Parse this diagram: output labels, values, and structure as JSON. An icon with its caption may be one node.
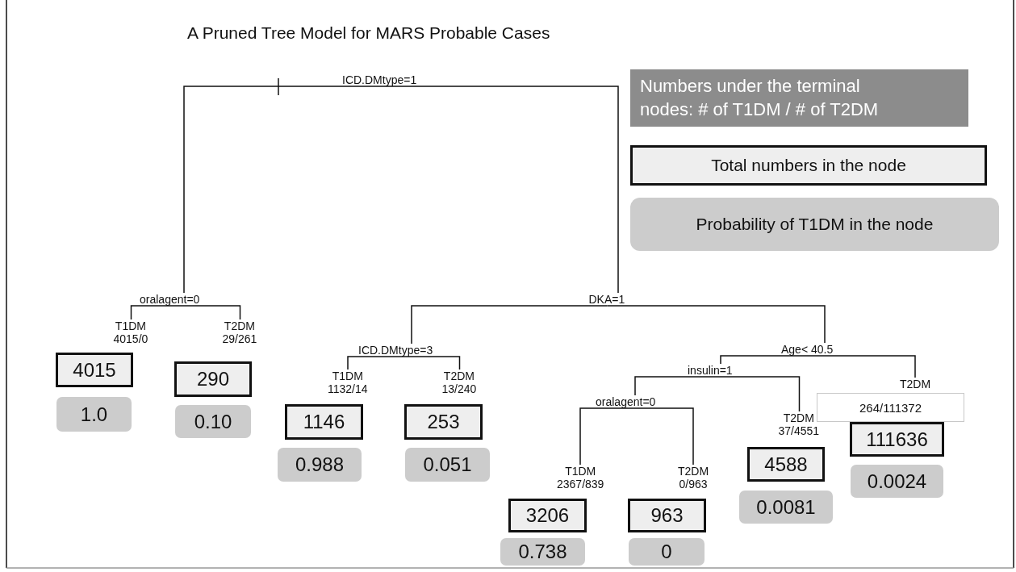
{
  "diagram": {
    "title": "A Pruned Tree Model for MARS Probable Cases",
    "nodes": [
      {
        "text": [
          "ICD.DMtype=1"
        ]
      },
      {
        "text": [
          "Numbers under the terminal nodes: # of T1DM / # of T2DM"
        ]
      },
      {
        "text": [
          "Total numbers in the node"
        ]
      },
      {
        "text": [
          "Probability of T1DM in the node"
        ]
      },
      {
        "text": [
          "oralagent=0"
        ]
      },
      {
        "text": [
          "DKA=1"
        ]
      },
      {
        "text": [
          "T1DM",
          "4015/0"
        ]
      },
      {
        "text": [
          "T2DM",
          "29/261"
        ]
      },
      {
        "text": [
          "ICD.DMtype=3"
        ]
      },
      {
        "text": [
          "Age< 40.5"
        ]
      },
      {
        "text": [
          "4015"
        ]
      },
      {
        "text": [
          "290"
        ]
      },
      {
        "text": [
          "insulin=1"
        ]
      },
      {
        "text": [
          "T1DM",
          "1132/14"
        ]
      },
      {
        "text": [
          "T2DM",
          "13/240"
        ]
      },
      {
        "text": [
          "T2DM",
          "264/111372"
        ]
      },
      {
        "text": [
          "1.0"
        ]
      },
      {
        "text": [
          "0.10"
        ]
      },
      {
        "text": [
          "oralagent=0"
        ]
      },
      {
        "text": [
          "T2DM",
          "37/4551"
        ]
      },
      {
        "text": [
          "1146"
        ]
      },
      {
        "text": [
          "253"
        ]
      },
      {
        "text": [
          "111636"
        ]
      },
      {
        "text": [
          "0.988"
        ]
      },
      {
        "text": [
          "0.051"
        ]
      },
      {
        "text": [
          "4588"
        ]
      },
      {
        "text": [
          "0.0024"
        ]
      },
      {
        "text": [
          "T1DM",
          "2367/839"
        ]
      },
      {
        "text": [
          "T2DM",
          "0/963"
        ]
      },
      {
        "text": [
          "0.0081"
        ]
      },
      {
        "text": [
          "3206"
        ]
      },
      {
        "text": [
          "963"
        ]
      },
      {
        "text": [
          "0.738"
        ]
      },
      {
        "text": [
          "0"
        ]
      }
    ],
    "edges": [
      {
        "from": 0,
        "to": 4,
        "arrow": "none"
      },
      {
        "from": 0,
        "to": 5,
        "arrow": "none"
      },
      {
        "from": 4,
        "to": 6,
        "arrow": "none"
      },
      {
        "from": 4,
        "to": 7,
        "arrow": "none"
      },
      {
        "from": 5,
        "to": 8,
        "arrow": "none"
      },
      {
        "from": 5,
        "to": 9,
        "arrow": "none"
      },
      {
        "from": 8,
        "to": 13,
        "arrow": "none"
      },
      {
        "from": 8,
        "to": 14,
        "arrow": "none"
      },
      {
        "from": 9,
        "to": 12,
        "arrow": "none"
      },
      {
        "from": 9,
        "to": 15,
        "arrow": "none"
      },
      {
        "from": 12,
        "to": 18,
        "arrow": "none"
      },
      {
        "from": 12,
        "to": 19,
        "arrow": "none"
      },
      {
        "from": 18,
        "to": 27,
        "arrow": "none"
      },
      {
        "from": 18,
        "to": 28,
        "arrow": "none"
      }
    ]
  }
}
